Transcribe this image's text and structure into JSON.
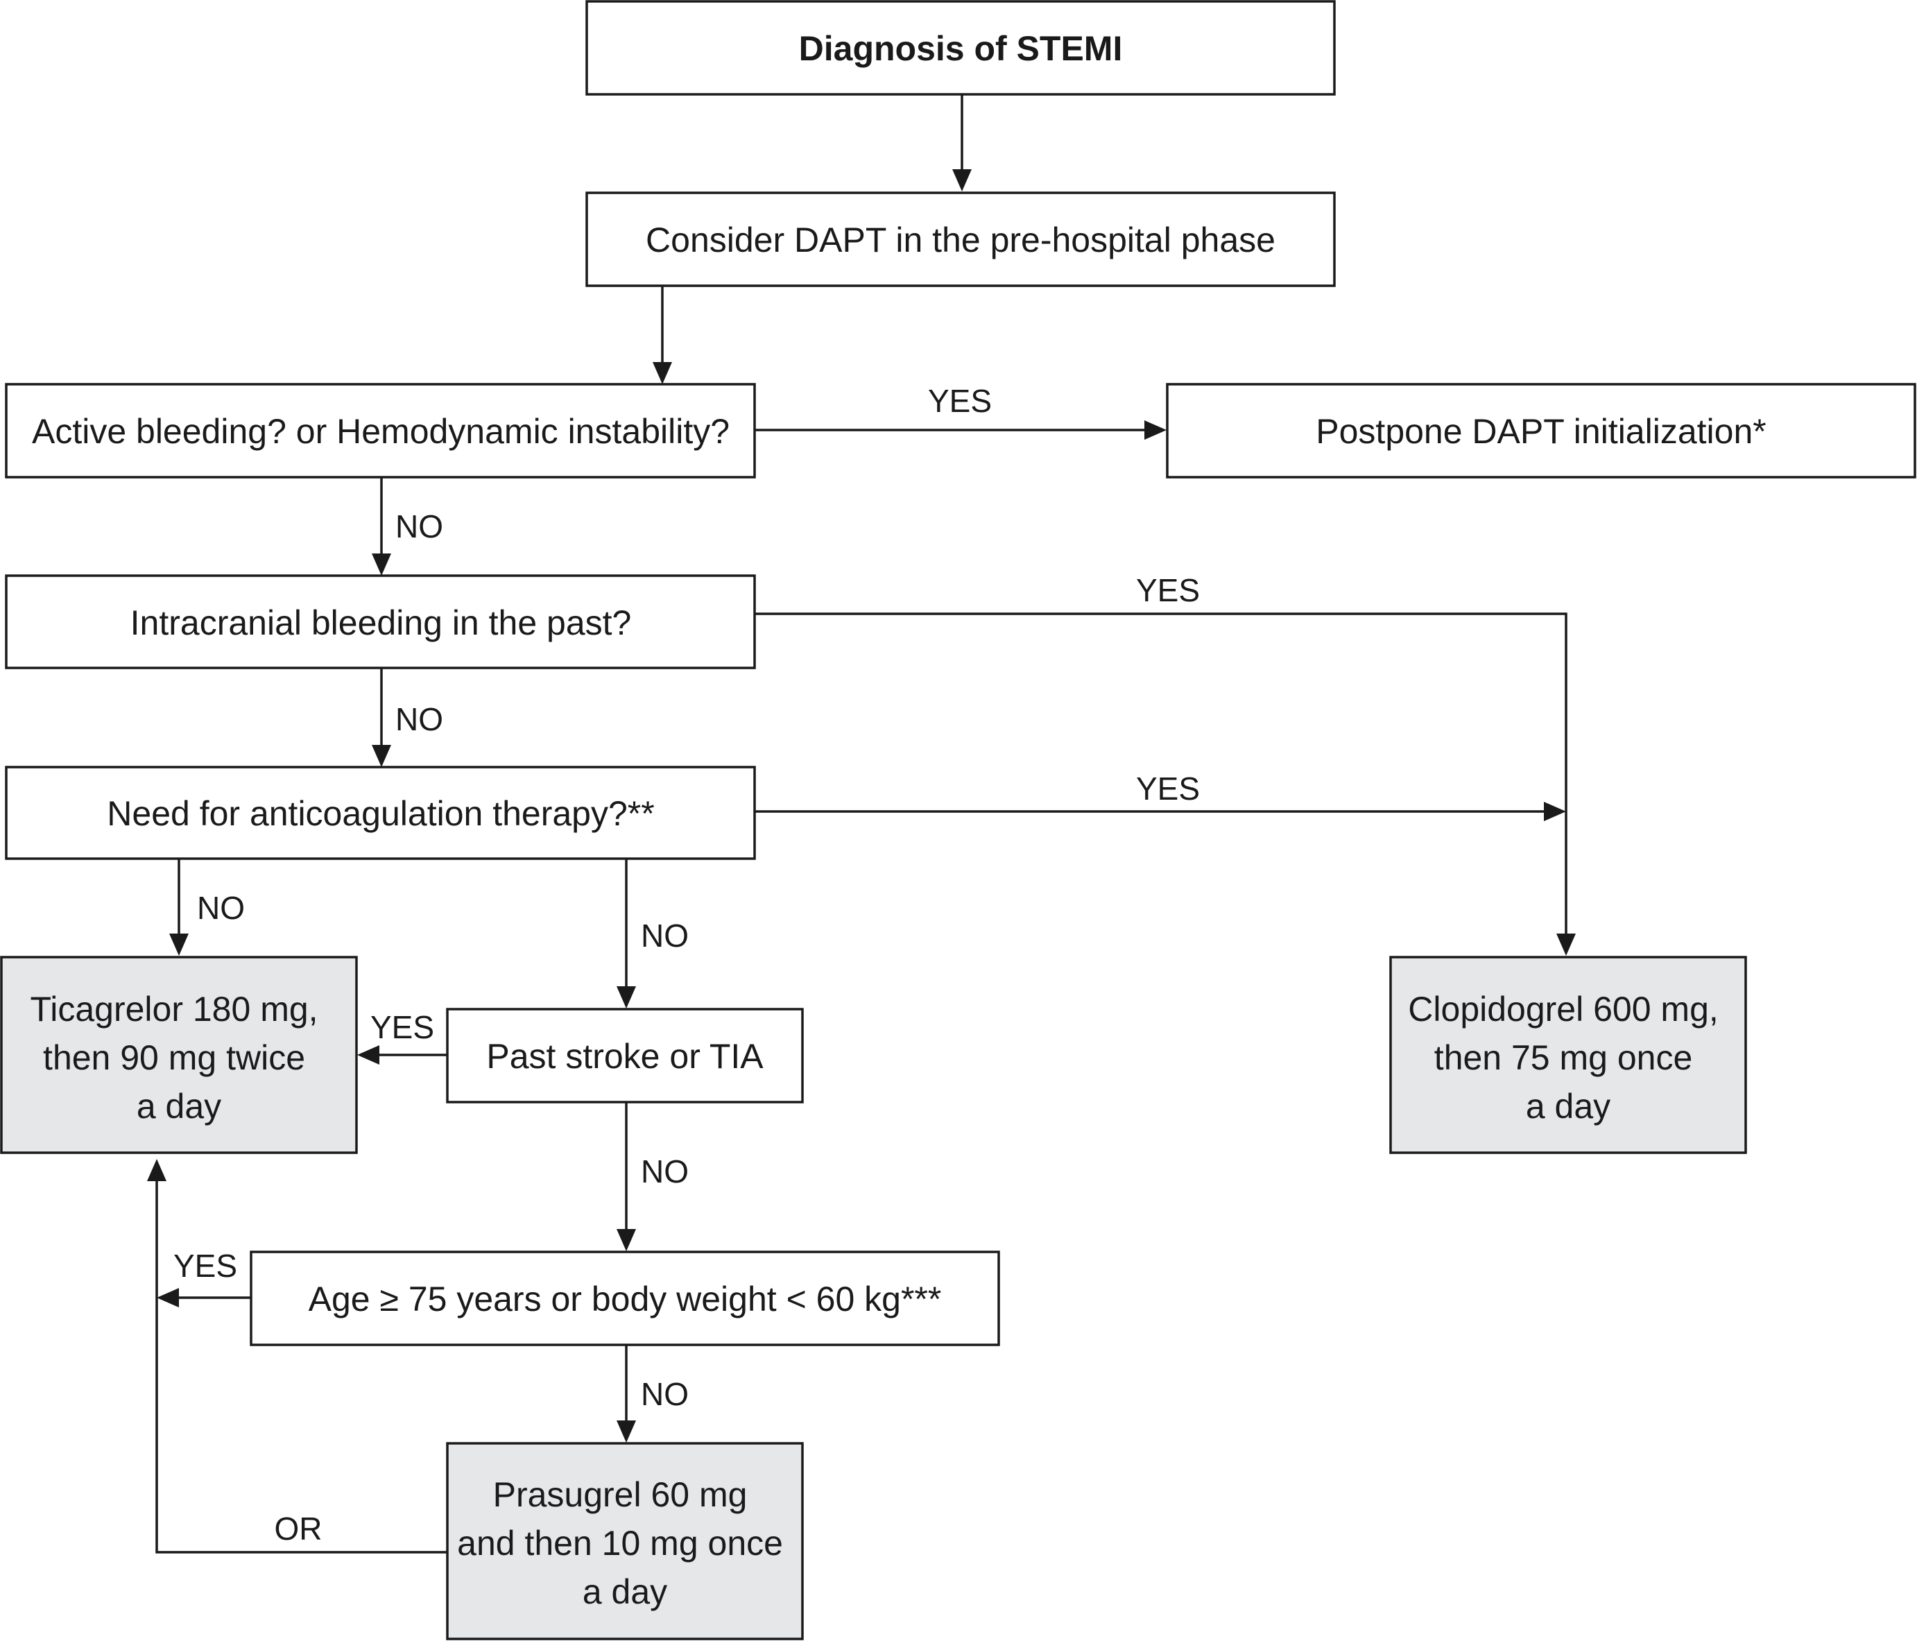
{
  "nodes": {
    "diagnosis": {
      "lines": [
        "Diagnosis of STEMI"
      ]
    },
    "consider_dapt": {
      "lines": [
        "Consider DAPT in the pre-hospital phase"
      ]
    },
    "active_bleeding": {
      "lines": [
        "Active bleeding? or Hemodynamic instability?"
      ]
    },
    "postpone": {
      "lines": [
        "Postpone DAPT initialization*"
      ]
    },
    "intracranial": {
      "lines": [
        "Intracranial bleeding in the past?"
      ]
    },
    "anticoagulation": {
      "lines": [
        "Need for anticoagulation therapy?**"
      ]
    },
    "ticagrelor": {
      "lines": [
        "Ticagrelor 180 mg,",
        "then 90 mg twice",
        "a day"
      ]
    },
    "past_stroke": {
      "lines": [
        "Past stroke or TIA"
      ]
    },
    "clopidogrel": {
      "lines": [
        "Clopidogrel 600 mg,",
        "then 75 mg once",
        "a day"
      ]
    },
    "age": {
      "lines": [
        "Age ≥ 75 years or body weight < 60 kg***"
      ]
    },
    "prasugrel": {
      "lines": [
        "Prasugrel 60 mg",
        "and then 10 mg once",
        "a day"
      ]
    }
  },
  "edge_labels": {
    "bleeding_yes": "YES",
    "bleeding_no": "NO",
    "intracranial_yes": "YES",
    "intracranial_no": "NO",
    "anticoag_yes": "YES",
    "anticoag_no_left": "NO",
    "anticoag_no_right": "NO",
    "stroke_yes": "YES",
    "stroke_no": "NO",
    "age_yes": "YES",
    "age_no": "NO",
    "prasugrel_or": "OR"
  }
}
